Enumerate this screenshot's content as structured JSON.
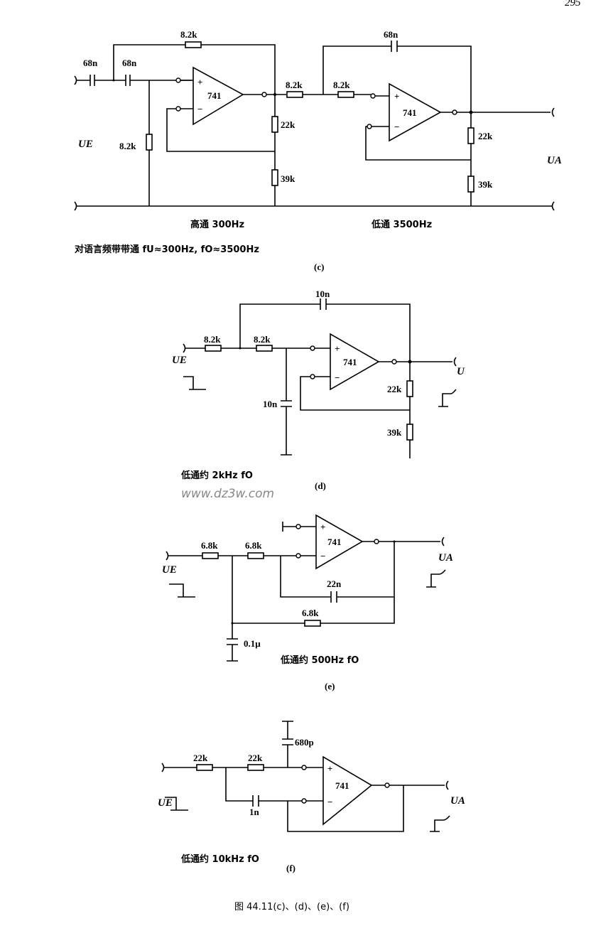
{
  "page_number": "295",
  "watermark": "www.dz3w.com",
  "caption": "图 44.11(c)、(d)、(e)、(f)",
  "opamp_label": "741",
  "circuit_c": {
    "label": "(c)",
    "description": "对语言频带带通 fU≈300Hz, fO≈3500Hz",
    "highpass_label": "高通 300Hz",
    "lowpass_label": "低通 3500Hz",
    "input_label": "UE",
    "output_label": "UA",
    "components": {
      "c1": "68n",
      "c2": "68n",
      "r_fb": "8.2k",
      "r_gnd": "8.2k",
      "r1_22k": "22k",
      "r1_39k": "39k",
      "r_s1": "8.2k",
      "r_s2": "8.2k",
      "c_fb2": "68n",
      "r2_22k": "22k",
      "r2_39k": "39k"
    }
  },
  "circuit_d": {
    "label": "(d)",
    "description": "低通约 2kHz fO",
    "input_label": "UE",
    "output_label": "U",
    "components": {
      "r1": "8.2k",
      "r2": "8.2k",
      "c_fb": "10n",
      "c_gnd": "10n",
      "r_22k": "22k",
      "r_39k": "39k"
    }
  },
  "circuit_e": {
    "label": "(e)",
    "description": "低通约 500Hz fO",
    "input_label": "UE",
    "output_label": "UA",
    "components": {
      "r1": "6.8k",
      "r2": "6.8k",
      "c_fb": "22n",
      "r_fb": "6.8k",
      "c_gnd": "0.1μ"
    }
  },
  "circuit_f": {
    "label": "(f)",
    "description": "低通约 10kHz fO",
    "input_label": "UE",
    "output_label": "UA",
    "components": {
      "r1": "22k",
      "r2": "22k",
      "c_top": "680p",
      "c_fb": "1n"
    }
  }
}
